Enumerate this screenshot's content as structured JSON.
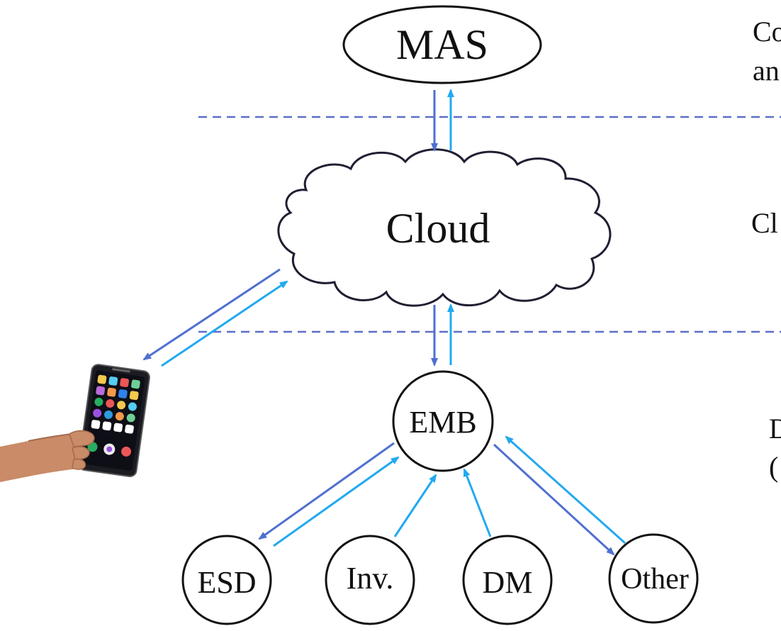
{
  "nodes": {
    "mas": "MAS",
    "cloud": "Cloud",
    "emb": "EMB",
    "esd": "ESD",
    "inv": "Inv.",
    "dm": "DM",
    "other": "Other"
  },
  "layer_labels": {
    "top_line1": "Co",
    "top_line2": "an",
    "middle": "Cl",
    "bottom_line1": "D",
    "bottom_line2": "("
  },
  "colors": {
    "arrow_down": "#4f6fd1",
    "arrow_up": "#22a9f0",
    "dashed_line": "#5a6fc9",
    "outline": "#111111"
  },
  "icons": [
    "smartphone-in-hand-icon"
  ]
}
